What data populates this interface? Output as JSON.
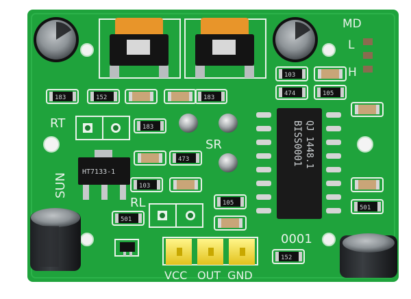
{
  "board": {
    "labels": {
      "md": "MD",
      "l": "L",
      "h": "H",
      "rt": "RT",
      "sr": "SR",
      "sun": "SUN",
      "rl": "RL",
      "vcc": "VCC",
      "out": "OUT",
      "gnd": "GND",
      "serial": "0001"
    },
    "regulator": {
      "marking": "HT7133-1"
    },
    "ic": {
      "line1": "BISS0001",
      "line2": "QJ 1448.1"
    },
    "resistors": {
      "r1": "183",
      "r2": "152",
      "r3": "183",
      "r4": "183",
      "r5": "103",
      "r6": "474",
      "r7": "105",
      "r8": "473",
      "r9": "103",
      "r10": "105",
      "r11": "501",
      "r12": "501",
      "r13": "152"
    }
  }
}
